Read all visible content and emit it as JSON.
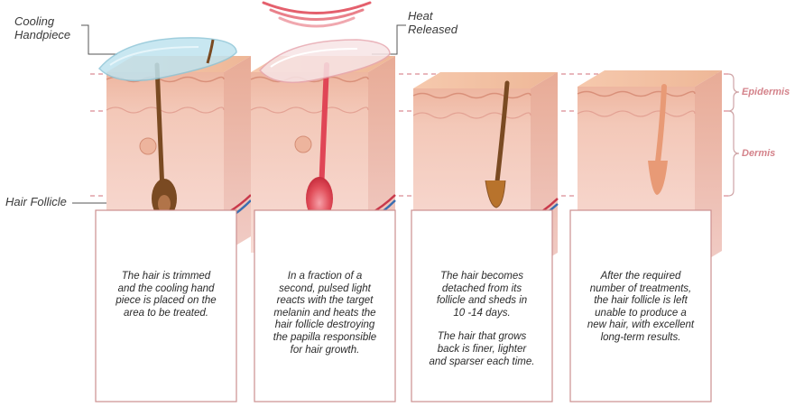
{
  "labels": {
    "cooling_handpiece": [
      "Cooling",
      "Handpiece"
    ],
    "heat_released": [
      "Heat",
      "Released"
    ],
    "hair_follicle": "Hair Follicle",
    "epidermis": "Epidermis",
    "dermis": "Dermis"
  },
  "stages": [
    {
      "paragraphs": [
        [
          "The hair is trimmed",
          "and the cooling hand",
          "piece is placed on the",
          "area to be treated."
        ]
      ]
    },
    {
      "paragraphs": [
        [
          "In a fraction of a",
          "second, pulsed light",
          "reacts with the target",
          "melanin and heats the",
          "hair follicle destroying",
          "the papilla responsible",
          "for hair growth."
        ]
      ]
    },
    {
      "paragraphs": [
        [
          "The hair becomes",
          "detached from its",
          "follicle and sheds in",
          "10 -14 days."
        ],
        [
          "The hair that grows",
          "back is finer, lighter",
          "and sparser each time."
        ]
      ]
    },
    {
      "paragraphs": [
        [
          "After the required",
          "number of treatments,",
          "the hair follicle is left",
          "unable to produce a",
          "new hair, with excellent",
          "long-term results."
        ]
      ]
    }
  ],
  "colors": {
    "skin_top": "#f3c1a3",
    "epidermis": "#f0bba4",
    "dermis": "#f5d4cf",
    "side_face": "#ecb7a8",
    "hair_dark": "#7a4a22",
    "hair_red": "#d93a48",
    "follicle_ghost": "#e89a76",
    "guide_line": "#d98c95",
    "panel_border": "#cc8f8f",
    "cooler_blue": "#bfe3ef"
  }
}
